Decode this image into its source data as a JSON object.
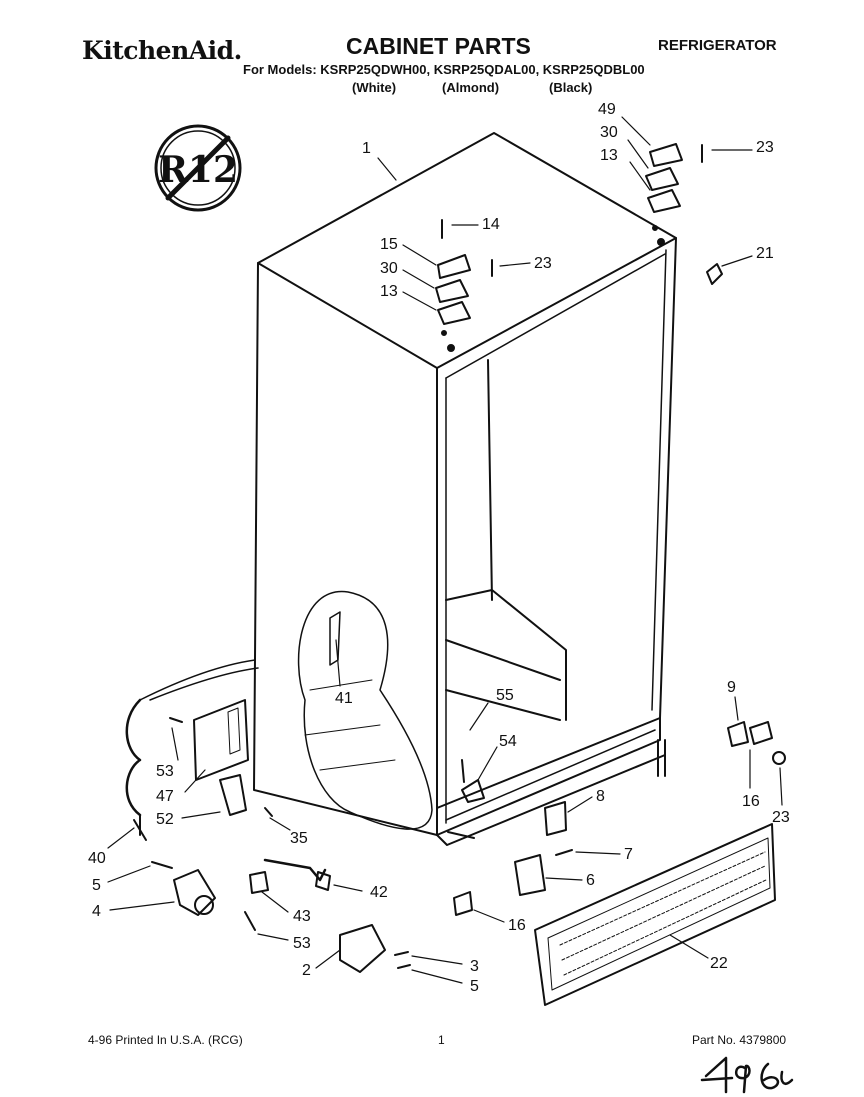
{
  "header": {
    "brand": "KitchenAid.",
    "title": "CABINET PARTS",
    "category": "REFRIGERATOR",
    "models_line": "For Models: KSRP25QDWH00, KSRP25QDAL00, KSRP25QDBL00",
    "colors": [
      "(White)",
      "(Almond)",
      "(Black)"
    ]
  },
  "badge": {
    "text": "R12"
  },
  "callouts": [
    "1",
    "49",
    "30",
    "13",
    "23",
    "14",
    "15",
    "23",
    "30",
    "13",
    "21",
    "41",
    "55",
    "54",
    "9",
    "53",
    "47",
    "52",
    "35",
    "8",
    "16",
    "23",
    "40",
    "7",
    "5",
    "6",
    "42",
    "4",
    "43",
    "16",
    "53",
    "3",
    "2",
    "5",
    "22"
  ],
  "footer": {
    "left": "4-96 Printed In U.S.A. (RCG)",
    "page": "1",
    "part_no": "Part No. 4379800"
  },
  "handwritten": "4-96"
}
